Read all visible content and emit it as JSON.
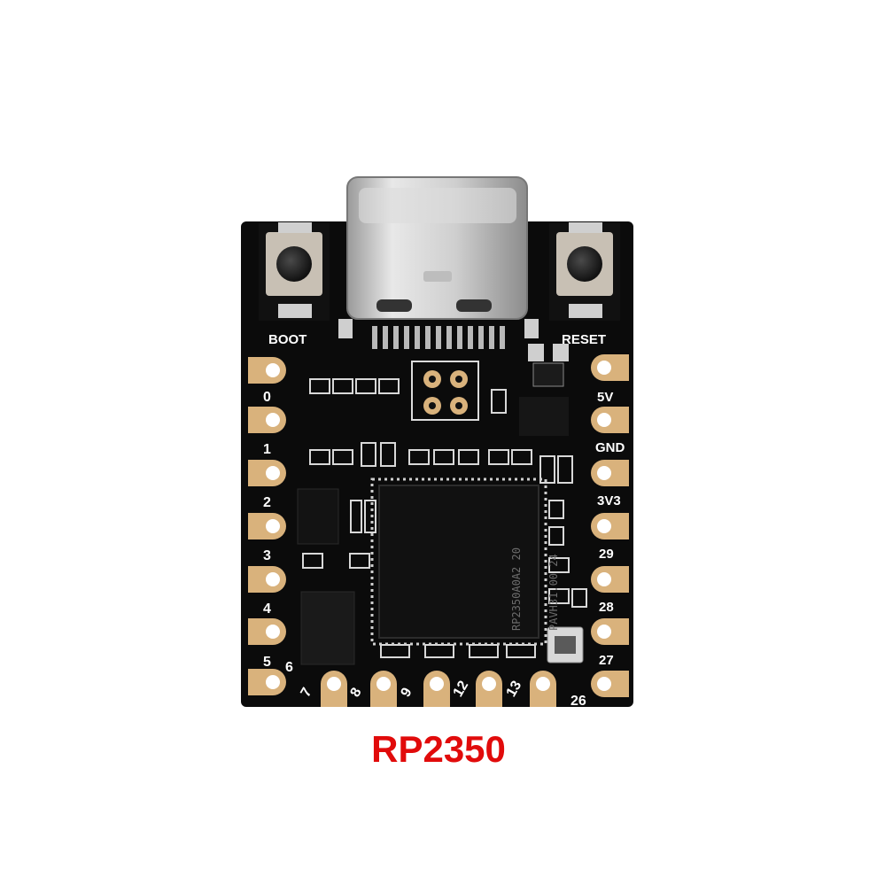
{
  "caption": "RP2350",
  "silkscreen": {
    "boot": "BOOT",
    "reset": "RESET",
    "left_pins": [
      "0",
      "1",
      "2",
      "3",
      "4",
      "5"
    ],
    "right_pins": [
      "5V",
      "GND",
      "3V3",
      "29",
      "28",
      "27"
    ],
    "bottom_pins": [
      "6",
      "7",
      "8",
      "9",
      "12",
      "13",
      "26"
    ]
  },
  "chip": {
    "line1": "RP2350A0A2 20",
    "line2": "PAVH31.00 24"
  },
  "colors": {
    "pcb": "#0b0b0b",
    "gold": "#d9b27c",
    "caption": "#e10b0b"
  }
}
